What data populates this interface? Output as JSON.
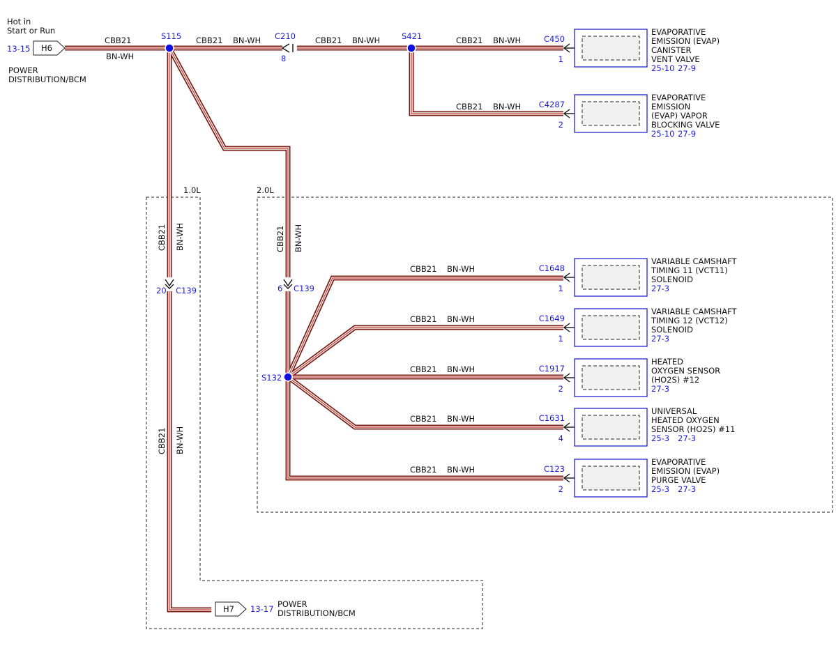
{
  "source": {
    "hot_in": [
      "Hot in",
      "Start or Run"
    ],
    "ref": "13-15",
    "tag": "H6",
    "desc": [
      "POWER",
      "DISTRIBUTION/BCM"
    ]
  },
  "dest": {
    "tag": "H7",
    "ref": "13-17",
    "desc": [
      "POWER",
      "DISTRIBUTION/BCM"
    ]
  },
  "wire": {
    "circuit": "CBB21",
    "color": "BN-WH"
  },
  "splices": {
    "s115": "S115",
    "s421": "S421",
    "s132": "S132"
  },
  "inline_connectors": {
    "c210": {
      "name": "C210",
      "pin": "8"
    },
    "c139_1": {
      "name": "C139",
      "pin": "20"
    },
    "c139_2": {
      "name": "C139",
      "pin": "6"
    }
  },
  "engine_options": {
    "small": "1.0L",
    "large": "2.0L"
  },
  "components": [
    {
      "connector": "C450",
      "pin": "1",
      "name": [
        "EVAPORATIVE",
        "EMISSION (EVAP)",
        "CANISTER",
        "VENT VALVE"
      ],
      "refs": [
        "25-10",
        "27-9"
      ]
    },
    {
      "connector": "C4287",
      "pin": "2",
      "name": [
        "EVAPORATIVE",
        "EMISSION",
        "(EVAP) VAPOR",
        "BLOCKING VALVE"
      ],
      "refs": [
        "25-10",
        "27-9"
      ]
    },
    {
      "connector": "C1648",
      "pin": "1",
      "name": [
        "VARIABLE CAMSHAFT",
        "TIMING 11 (VCT11)",
        "SOLENOID"
      ],
      "refs": [
        "27-3"
      ]
    },
    {
      "connector": "C1649",
      "pin": "1",
      "name": [
        "VARIABLE CAMSHAFT",
        "TIMING 12 (VCT12)",
        "SOLENOID"
      ],
      "refs": [
        "27-3"
      ]
    },
    {
      "connector": "C1917",
      "pin": "2",
      "name": [
        "HEATED",
        "OXYGEN SENSOR",
        "(HO2S) #12"
      ],
      "refs": [
        "27-3"
      ]
    },
    {
      "connector": "C1631",
      "pin": "4",
      "name": [
        "UNIVERSAL",
        "HEATED OXYGEN",
        "SENSOR (HO2S) #11"
      ],
      "refs": [
        "25-3",
        "27-3"
      ]
    },
    {
      "connector": "C123",
      "pin": "2",
      "name": [
        "EVAPORATIVE",
        "EMISSION (EVAP)",
        "PURGE VALVE"
      ],
      "refs": [
        "25-3",
        "27-3"
      ]
    }
  ],
  "colors": {
    "wire": "#7a1b14",
    "ref_blue": "#1a1ad6",
    "splice": "#1010e0"
  }
}
